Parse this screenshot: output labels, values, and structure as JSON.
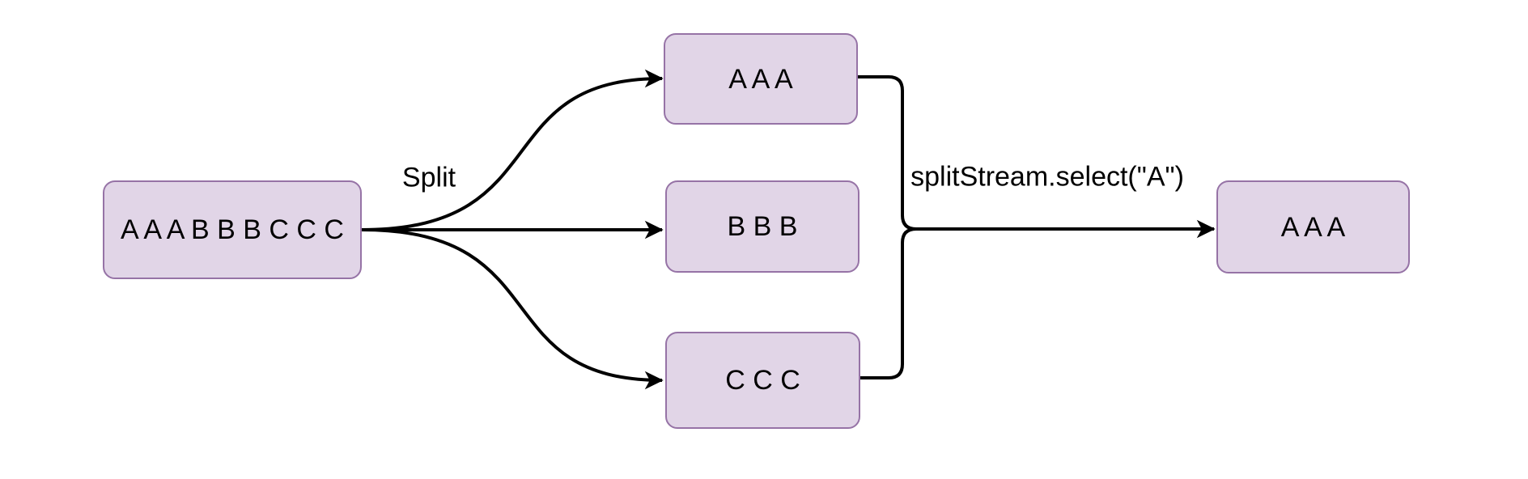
{
  "diagram": {
    "type": "stream-split-flow",
    "colors": {
      "canvas-bg": "#ffffff",
      "node-fill": "#e1d5e7",
      "node-border": "#9673a6",
      "edge-color": "#000000",
      "text-color": "#000000"
    },
    "nodes": [
      {
        "id": "source-stream",
        "label": "A A A B B B C C C"
      },
      {
        "id": "split-stream-a",
        "label": "A A A"
      },
      {
        "id": "split-stream-b",
        "label": "B B B"
      },
      {
        "id": "split-stream-c",
        "label": "C C C"
      },
      {
        "id": "selected-stream-a",
        "label": "A A A"
      }
    ],
    "edges": [
      {
        "from": "source-stream",
        "to": "split-stream-a",
        "label": "Split"
      },
      {
        "from": "source-stream",
        "to": "split-stream-b",
        "label": "Split"
      },
      {
        "from": "source-stream",
        "to": "split-stream-c",
        "label": "Split"
      },
      {
        "from": "split-stream-a",
        "to": "selected-stream-a",
        "label": "splitStream.select(\"A\")"
      },
      {
        "from": "split-stream-c",
        "to": "selected-stream-a",
        "label": "splitStream.select(\"A\")"
      }
    ],
    "edge_labels": [
      {
        "id": "split-label",
        "text": "Split"
      },
      {
        "id": "select-label",
        "text": "splitStream.select(\"A\")"
      }
    ]
  }
}
